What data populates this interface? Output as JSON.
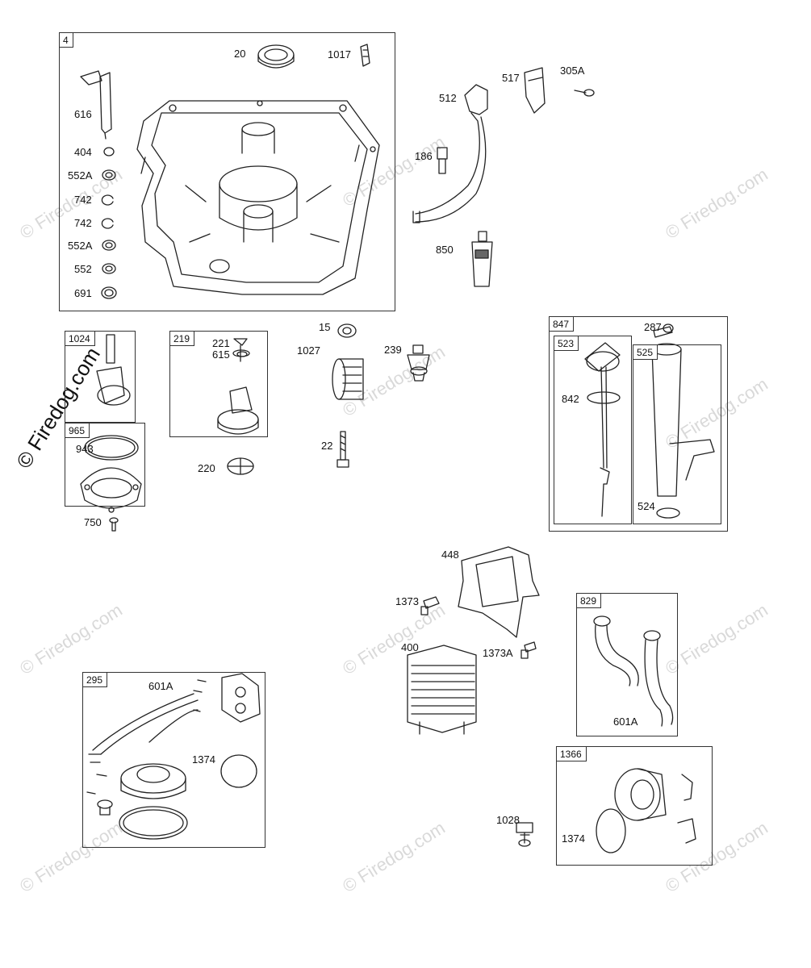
{
  "watermark": "© Firedog.com",
  "groups": {
    "g4": "4",
    "g1024": "1024",
    "g965": "965",
    "g219": "219",
    "g847": "847",
    "g523": "523",
    "g525": "525",
    "g829": "829",
    "g295": "295",
    "g1366": "1366"
  },
  "callouts": {
    "c20": "20",
    "c1017": "1017",
    "c616": "616",
    "c404": "404",
    "c552A_1": "552A",
    "c742_1": "742",
    "c742_2": "742",
    "c552A_2": "552A",
    "c552": "552",
    "c691": "691",
    "c512": "512",
    "c517": "517",
    "c305A": "305A",
    "c186": "186",
    "c850": "850",
    "c15": "15",
    "c1027": "1027",
    "c22": "22",
    "c239": "239",
    "c221": "221",
    "c615": "615",
    "c220": "220",
    "c943": "943",
    "c750": "750",
    "c287": "287",
    "c842": "842",
    "c524": "524",
    "c448": "448",
    "c1373": "1373",
    "c1373A": "1373A",
    "c400": "400",
    "c601A_1": "601A",
    "c601A_2": "601A",
    "c1374_1": "1374",
    "c1374_2": "1374",
    "c1028": "1028"
  }
}
